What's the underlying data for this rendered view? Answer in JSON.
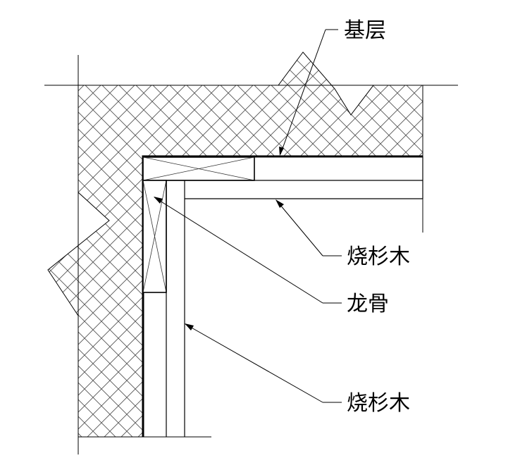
{
  "labels": {
    "base_layer": "基层",
    "burnt_cedar_top": "烧杉木",
    "keel": "龙骨",
    "burnt_cedar_side": "烧杉木"
  },
  "colors": {
    "line": "#000000",
    "hatch": "#555555",
    "background": "#ffffff"
  }
}
